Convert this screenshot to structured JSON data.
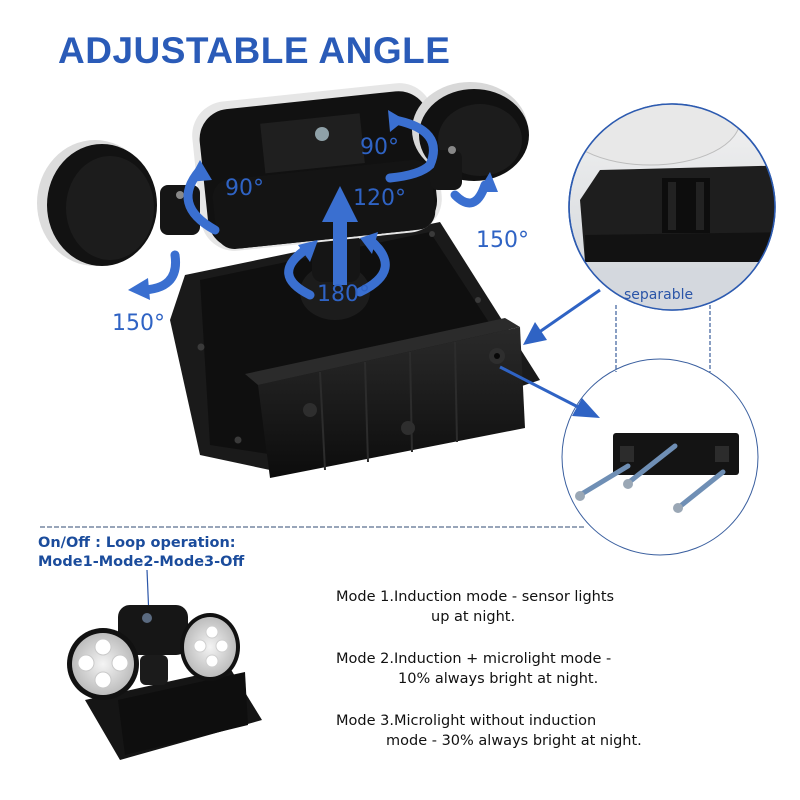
{
  "header": {
    "title": "ADJUSTABLE ANGLE"
  },
  "angles": {
    "left_lamp_tilt": "90°",
    "left_lamp_swivel": "150°",
    "right_lamp_tilt": "90°",
    "right_lamp_swivel": "150°",
    "center_tilt": "120°",
    "base_rotation": "180°"
  },
  "callouts": {
    "separable_label": "separable"
  },
  "control": {
    "line1": "On/Off : Loop operation:",
    "line2": "Mode1-Mode2-Mode3-Off"
  },
  "modes": [
    {
      "line1": "Mode 1.Induction mode - sensor lights",
      "line2": "up at night."
    },
    {
      "line1": "Mode 2.Induction + microlight mode -",
      "line2": "10% always bright at night."
    },
    {
      "line1": "Mode 3.Microlight without induction",
      "line2": "mode - 30% always bright at night."
    }
  ],
  "colors": {
    "accent_blue": "#2a5bb8",
    "arrow_blue": "#3a6fd0",
    "label_navy": "#1b4c9c",
    "product_black": "#151515",
    "divider": "#5a6f8f"
  }
}
